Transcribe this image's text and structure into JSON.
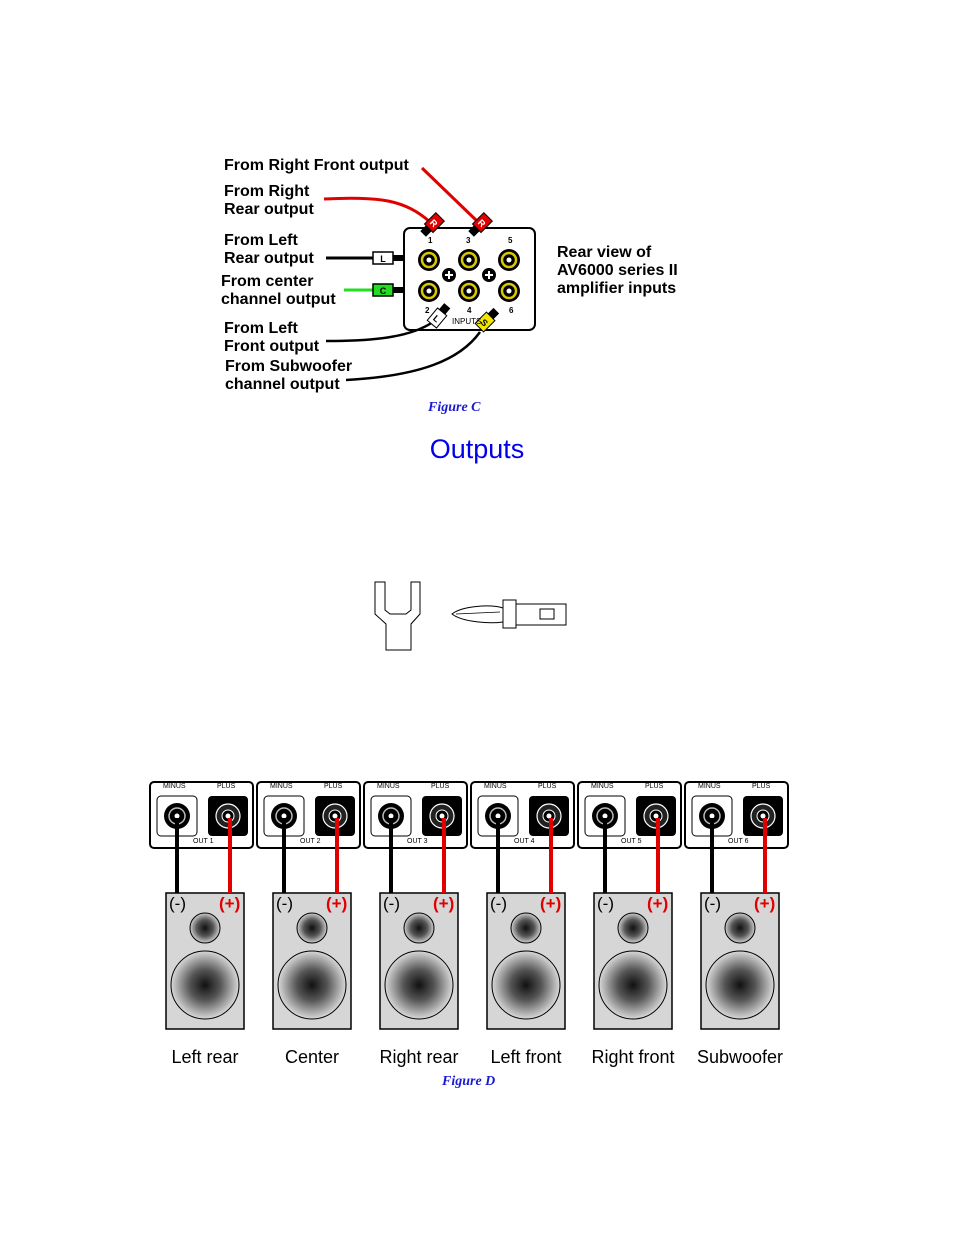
{
  "figure_c": {
    "labels": {
      "right_front": "From Right Front output",
      "right_rear": "From Right\nRear output",
      "left_rear": "From Left\nRear output",
      "center": "From center\nchannel output",
      "left_front": "From Left\nFront output",
      "subwoofer": "From Subwoofer\nchannel output",
      "rear_view": "Rear view of\nAV6000 series II\namplifier inputs"
    },
    "jack_numbers": [
      "1",
      "3",
      "5",
      "2",
      "4",
      "6"
    ],
    "panel_label": "INPUTS",
    "plug_letters": {
      "right_rear": "R",
      "right_front": "R",
      "left_rear": "L",
      "center": "C",
      "left_front": "L",
      "subwoofer": "S"
    },
    "caption": "Figure C",
    "colors": {
      "red": "#e00000",
      "green": "#22dd22",
      "yellow": "#f2e600",
      "jack_ring": "#d9c800"
    }
  },
  "section_title": "Outputs",
  "figure_d": {
    "terminal_minus": "MINUS",
    "terminal_plus": "PLUS",
    "outputs": [
      {
        "out_label": "OUT  1",
        "speaker": "Left rear"
      },
      {
        "out_label": "OUT  2",
        "speaker": "Center"
      },
      {
        "out_label": "OUT  3",
        "speaker": "Right rear"
      },
      {
        "out_label": "OUT  4",
        "speaker": "Left front"
      },
      {
        "out_label": "OUT  5",
        "speaker": "Right front"
      },
      {
        "out_label": "OUT  6",
        "speaker": "Subwoofer"
      }
    ],
    "polarity_minus": "(-)",
    "polarity_plus": "(+)",
    "caption": "Figure D"
  }
}
